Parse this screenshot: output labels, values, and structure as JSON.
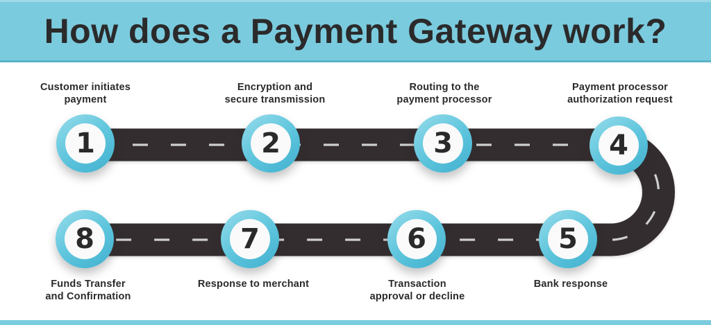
{
  "header": {
    "title": "How does a Payment Gateway work?"
  },
  "steps": [
    {
      "number": "1",
      "line1": "Customer initiates",
      "line2": "payment"
    },
    {
      "number": "2",
      "line1": "Encryption and",
      "line2": "secure transmission"
    },
    {
      "number": "3",
      "line1": "Routing to the",
      "line2": "payment processor"
    },
    {
      "number": "4",
      "line1": "Payment processor",
      "line2": "authorization request"
    },
    {
      "number": "5",
      "line1": "Bank response",
      "line2": ""
    },
    {
      "number": "6",
      "line1": "Transaction",
      "line2": "approval or decline"
    },
    {
      "number": "7",
      "line1": "Response to merchant",
      "line2": ""
    },
    {
      "number": "8",
      "line1": "Funds Transfer",
      "line2": "and Confirmation"
    }
  ],
  "colors": {
    "canvas": "#ffffff",
    "banner": "#7bcbde",
    "banner-edge-top": "#9fd9e7",
    "banner-edge-bottom": "#58b2c8",
    "road": "#332d2f",
    "dash": "#cfcfcf",
    "ring": "#5ec5dd",
    "ring-light": "#96dcea",
    "ring-deep": "#41b0ce",
    "badge-face": "#fafafa",
    "ink": "#2b2a2b"
  }
}
